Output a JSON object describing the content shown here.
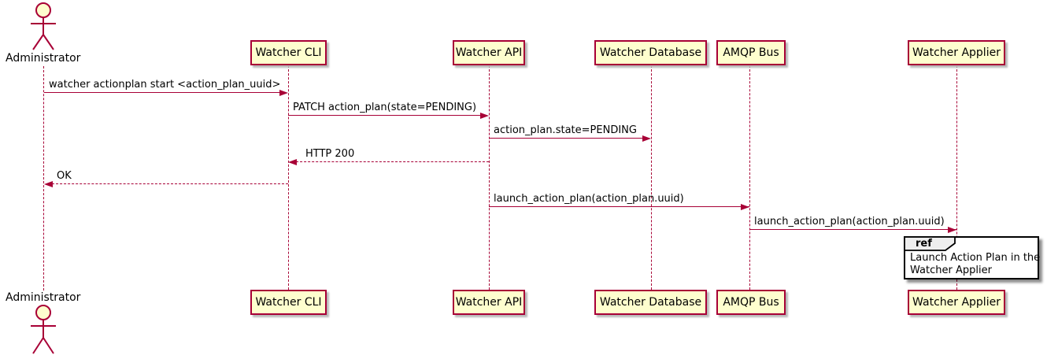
{
  "colors": {
    "background": "#FFFFFF",
    "lifeline": "#A80036",
    "arrow": "#A80036",
    "participant_fill": "#FEFECE",
    "participant_border": "#A80036",
    "text": "#000000",
    "ref_border": "#000000",
    "ref_header_fill": "#EEEEEE"
  },
  "actor": {
    "label": "Administrator"
  },
  "participants": [
    {
      "label": "Watcher CLI"
    },
    {
      "label": "Watcher API"
    },
    {
      "label": "Watcher Database"
    },
    {
      "label": "AMQP Bus"
    },
    {
      "label": "Watcher Applier"
    }
  ],
  "messages": [
    {
      "from": "Administrator",
      "to": "Watcher CLI",
      "label": "watcher actionplan start <action_plan_uuid>",
      "line": "solid",
      "direction": "right"
    },
    {
      "from": "Watcher CLI",
      "to": "Watcher API",
      "label": "PATCH action_plan(state=PENDING)",
      "line": "solid",
      "direction": "right"
    },
    {
      "from": "Watcher API",
      "to": "Watcher Database",
      "label": "action_plan.state=PENDING",
      "line": "solid",
      "direction": "right"
    },
    {
      "from": "Watcher API",
      "to": "Watcher CLI",
      "label": "HTTP 200",
      "line": "dashed",
      "direction": "left"
    },
    {
      "from": "Watcher CLI",
      "to": "Administrator",
      "label": "OK",
      "line": "dashed",
      "direction": "left"
    },
    {
      "from": "Watcher API",
      "to": "AMQP Bus",
      "label": "launch_action_plan(action_plan.uuid)",
      "line": "solid",
      "direction": "right"
    },
    {
      "from": "AMQP Bus",
      "to": "Watcher Applier",
      "label": "launch_action_plan(action_plan.uuid)",
      "line": "solid",
      "direction": "right"
    }
  ],
  "ref": {
    "keyword": "ref",
    "over": "Watcher Applier",
    "lines": [
      "Launch Action Plan in the",
      "Watcher Applier"
    ]
  }
}
